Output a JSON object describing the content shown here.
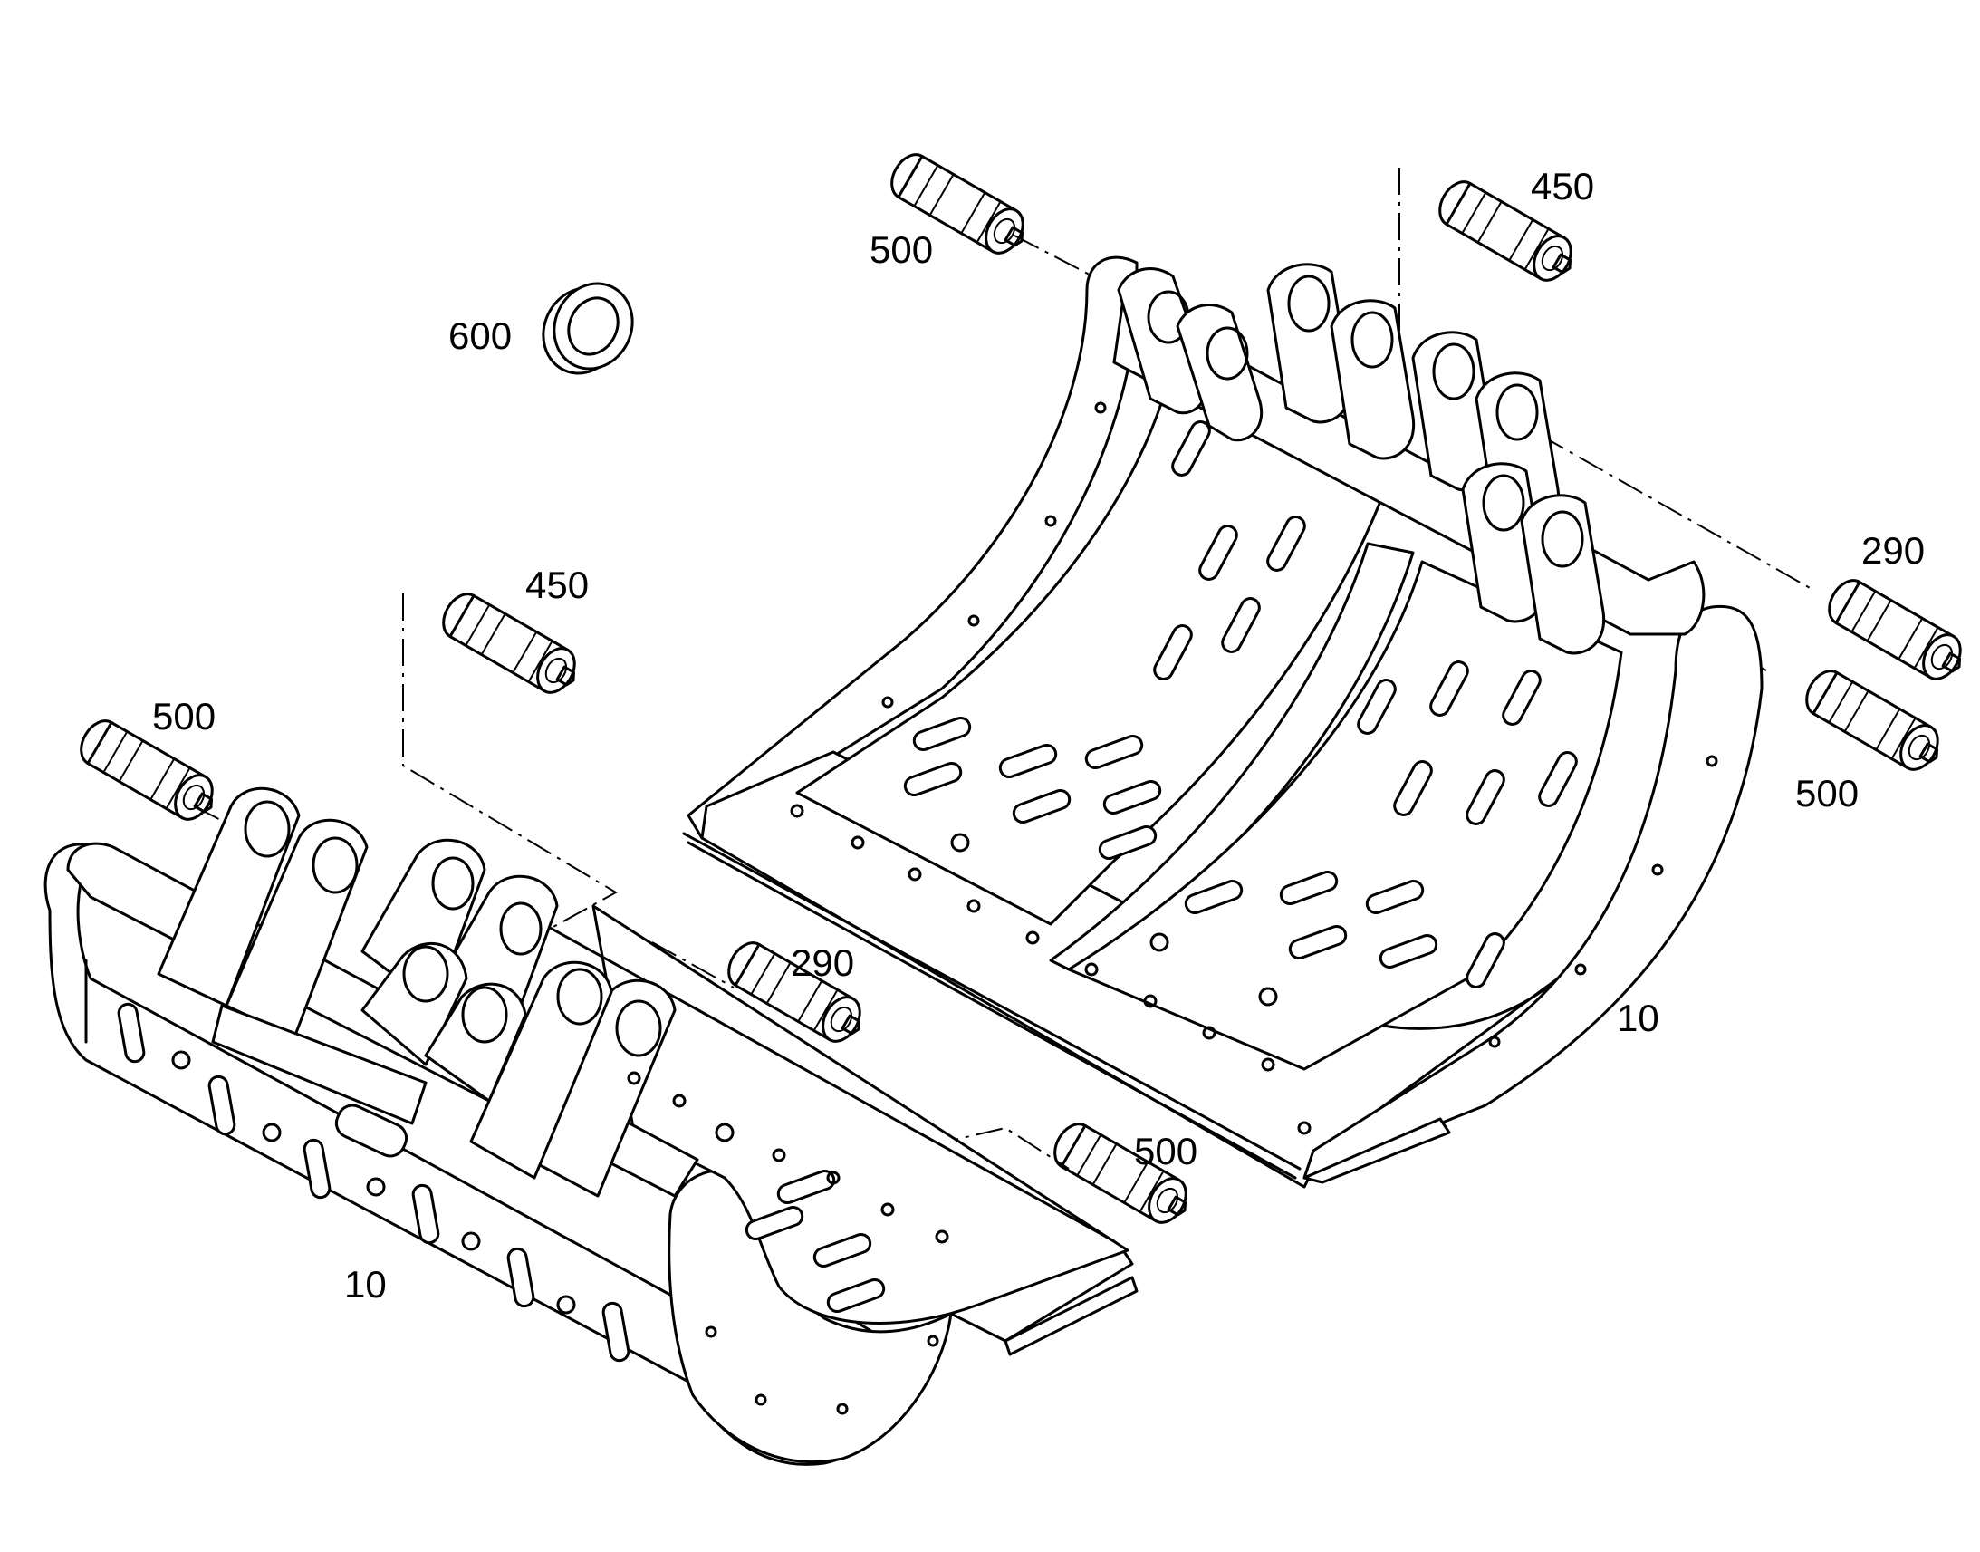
{
  "callouts": {
    "c500_top": "500",
    "c450_top": "450",
    "c600": "600",
    "c450_left": "450",
    "c500_left": "500",
    "c290_right": "290",
    "c500_right": "500",
    "c290_mid": "290",
    "c500_mid": "500",
    "c10_right": "10",
    "c10_left": "10"
  },
  "parts": [
    {
      "ref": "10",
      "name": "bucket-frame"
    },
    {
      "ref": "290",
      "name": "pin"
    },
    {
      "ref": "450",
      "name": "pin"
    },
    {
      "ref": "500",
      "name": "pin"
    },
    {
      "ref": "600",
      "name": "spacer-ring"
    }
  ]
}
